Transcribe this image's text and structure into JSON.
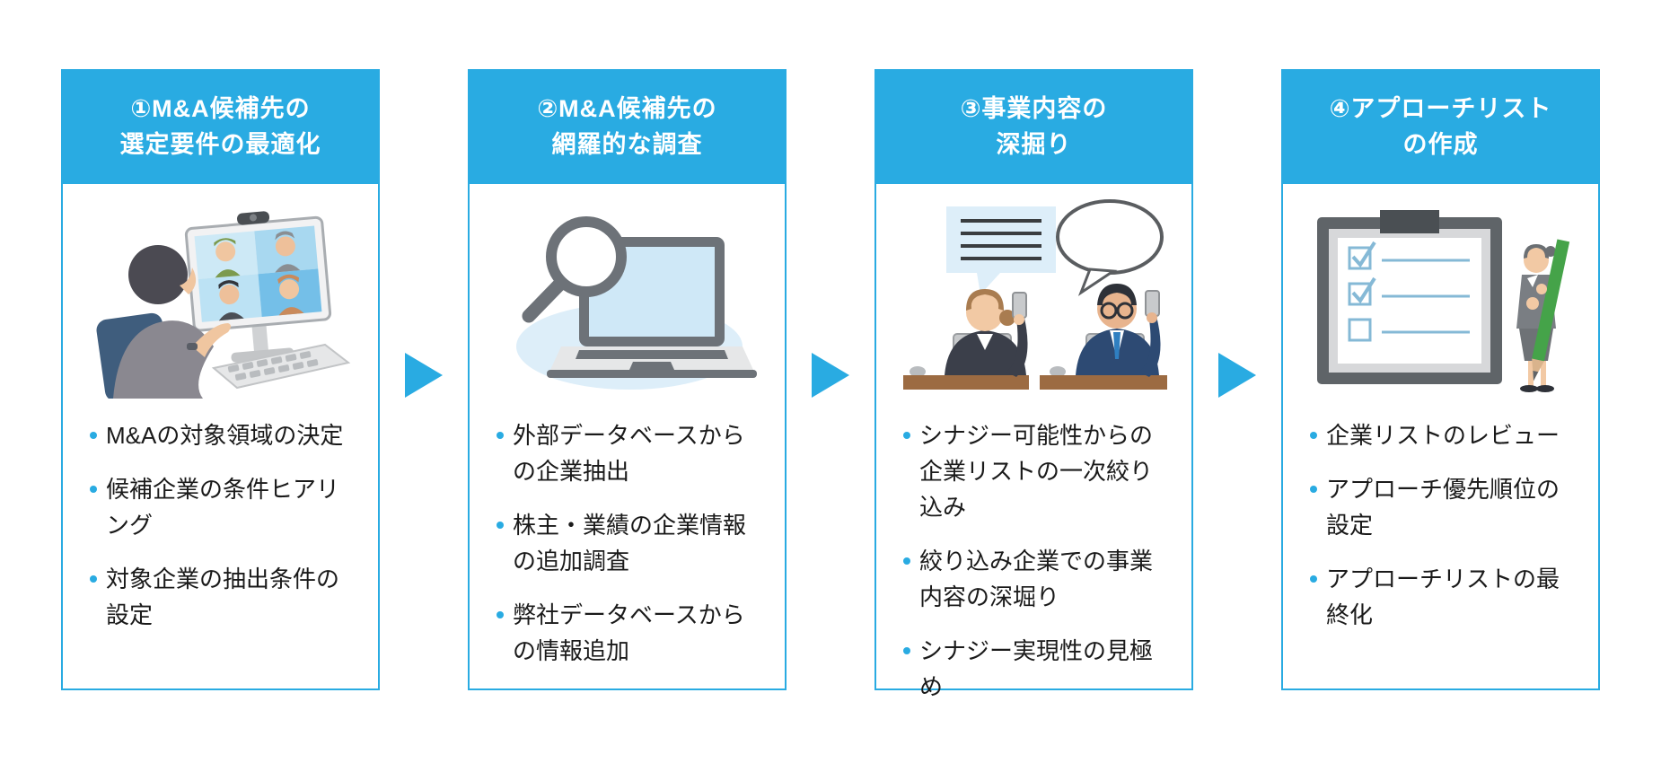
{
  "colors": {
    "accent": "#29abe2",
    "header_text": "#ffffff",
    "body_text": "#1a1a1a",
    "card_border": "#29abe2",
    "arrow": "#29abe2"
  },
  "arrow_icon": "right-triangle-arrow",
  "steps": [
    {
      "number": "①",
      "title_line1": "①M&A候補先の",
      "title_line2": "選定要件の最適化",
      "illustration": "video-conference-illustration",
      "bullets": [
        "M&Aの対象領域の決定",
        "候補企業の条件ヒアリング",
        "対象企業の抽出条件の設定"
      ]
    },
    {
      "number": "②",
      "title_line1": "②M&A候補先の",
      "title_line2": "網羅的な調査",
      "illustration": "search-laptop-illustration",
      "bullets": [
        "外部データベースからの企業抽出",
        "株主・業績の企業情報の追加調査",
        "弊社データベースからの情報追加"
      ]
    },
    {
      "number": "③",
      "title_line1": "③事業内容の",
      "title_line2": "深掘り",
      "illustration": "business-discussion-illustration",
      "bullets": [
        "シナジー可能性からの企業リストの一次絞り込み",
        "絞り込み企業での事業内容の深堀り",
        "シナジー実現性の見極め"
      ]
    },
    {
      "number": "④",
      "title_line1": "④アプローチリスト",
      "title_line2": "の作成",
      "illustration": "checklist-illustration",
      "bullets": [
        "企業リストのレビュー",
        "アプローチ優先順位の設定",
        "アプローチリストの最終化"
      ]
    }
  ]
}
